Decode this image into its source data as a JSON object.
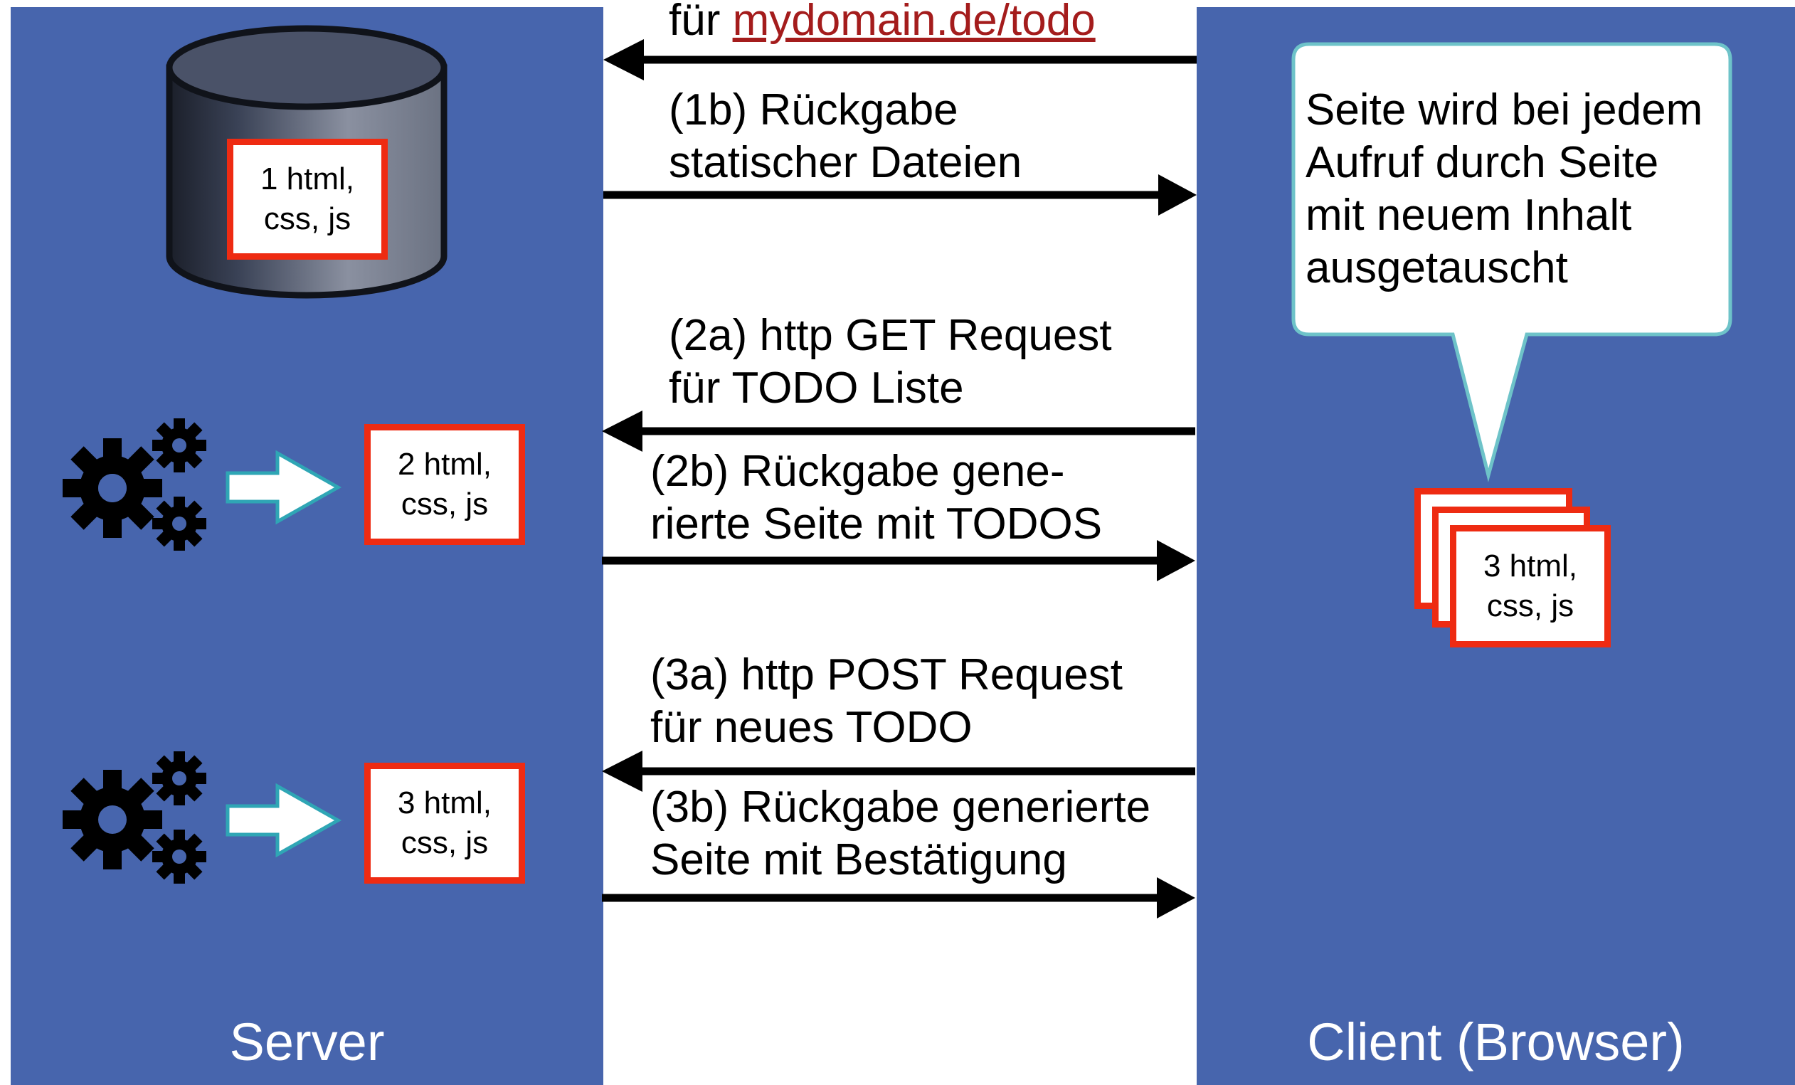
{
  "server": {
    "label": "Server"
  },
  "client": {
    "label": "Client (Browser)"
  },
  "messages": {
    "m1a_prefix": "für ",
    "m1a_link": "mydomain.de/todo",
    "m1b_line1": "(1b) Rückgabe",
    "m1b_line2": "statischer Dateien",
    "m2a_line1": "(2a) http GET Request",
    "m2a_line2": "für TODO Liste",
    "m2b_line1": "(2b) Rückgabe gene-",
    "m2b_line2": "rierte Seite mit TODOS",
    "m3a_line1": "(3a) http POST Request",
    "m3a_line2": "für neues TODO",
    "m3b_line1": "(3b) Rückgabe generierte",
    "m3b_line2": "Seite mit Bestätigung"
  },
  "files": {
    "f1_line1": "1 html,",
    "f1_line2": "css, js",
    "f2_line1": "2 html,",
    "f2_line2": "css, js",
    "f3_line1": "3 html,",
    "f3_line2": "css, js",
    "f3c_line1": "3 html,",
    "f3c_line2": "css, js"
  },
  "callout": {
    "line1": "Seite wird bei jedem",
    "line2": "Aufruf durch Seite",
    "line3": "mit neuem Inhalt",
    "line4": "ausgetauscht"
  },
  "colors": {
    "panel": "#4765ad",
    "file_border": "#ee2b12",
    "link": "#a41c1c",
    "bubble_border": "#6ec3c9",
    "process_arrow": "#2fa6b5"
  },
  "icons": [
    "database-icon",
    "gears-icon",
    "right-arrow-icon",
    "left-arrow-icon",
    "speech-bubble"
  ]
}
